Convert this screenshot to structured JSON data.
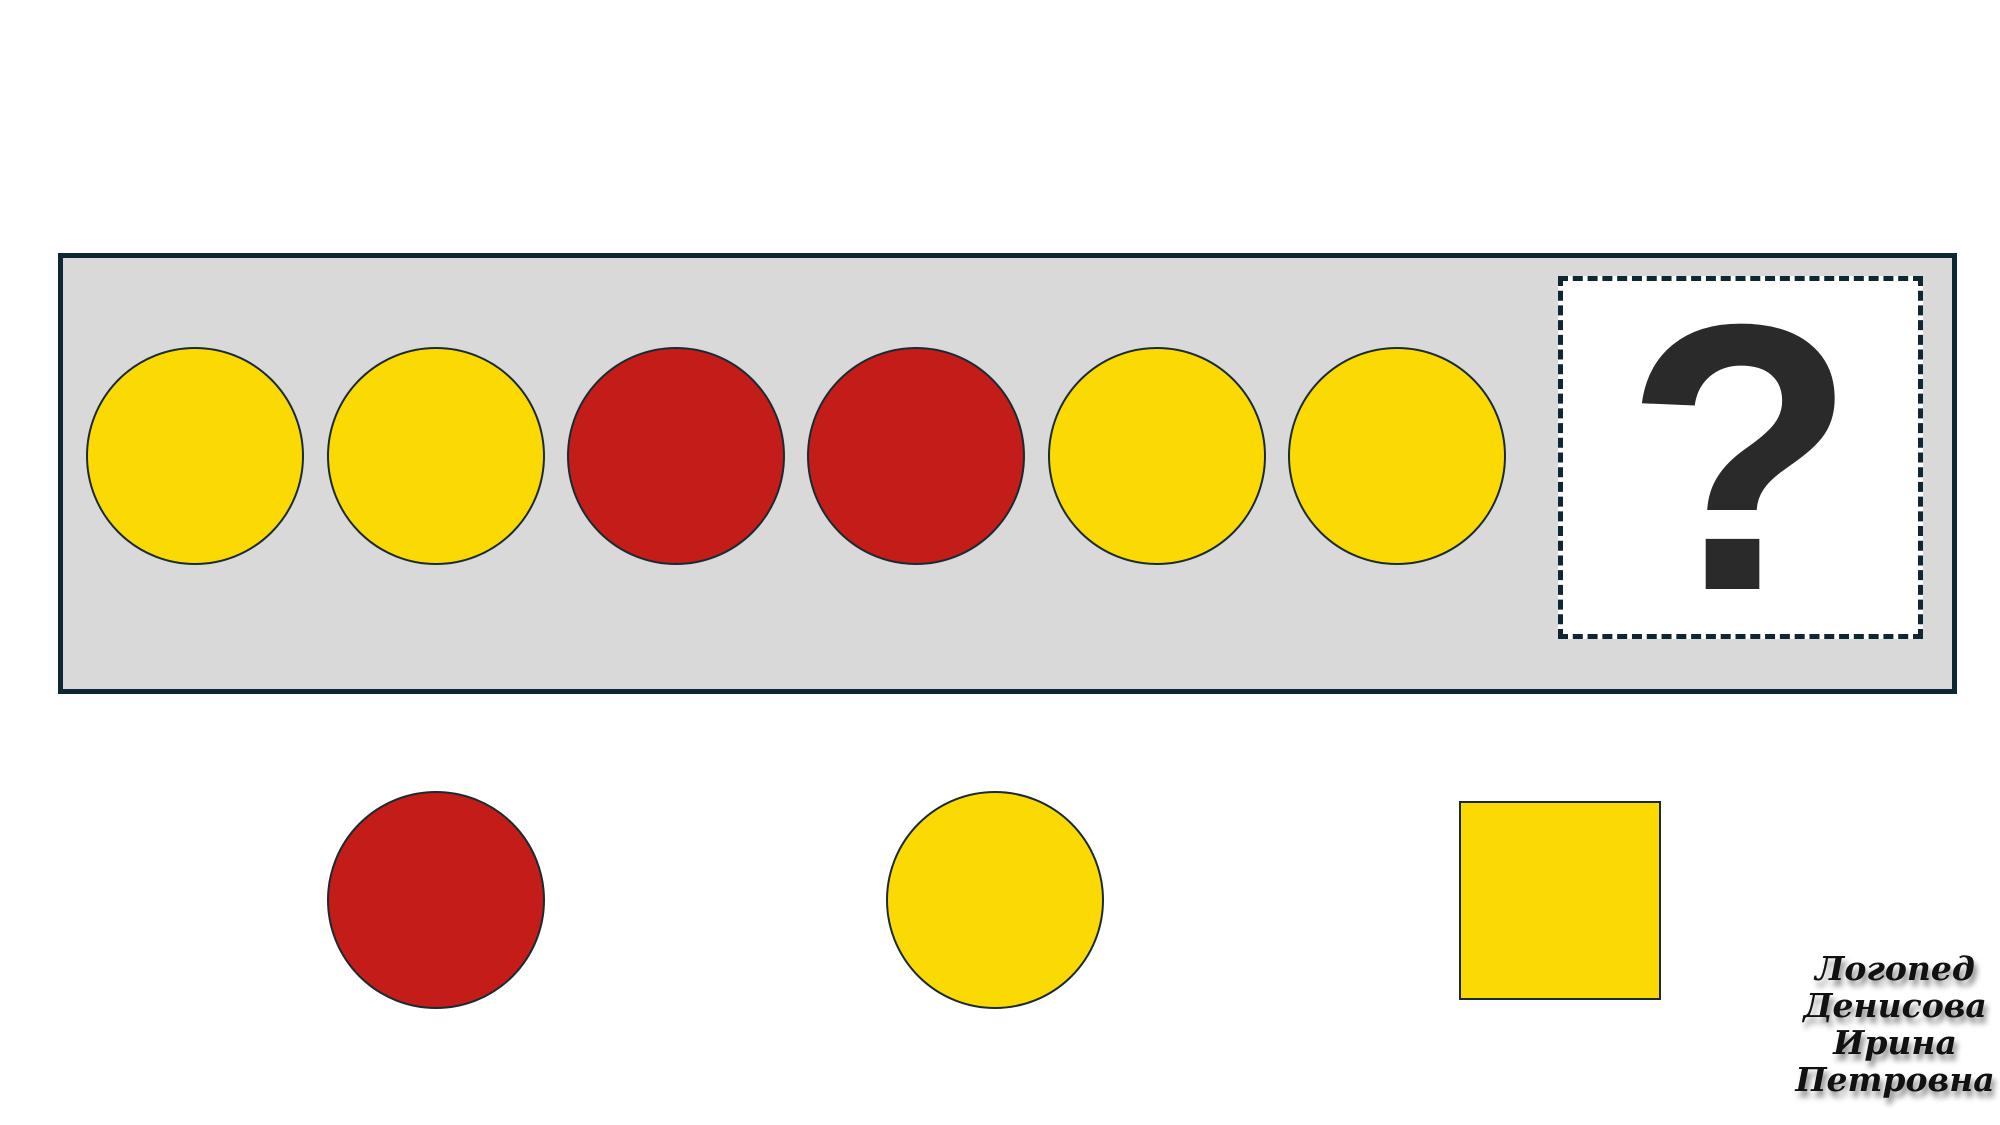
{
  "colors": {
    "yellow": "#fbda04",
    "red": "#c41c18",
    "board": "#d9d9d9",
    "border": "#0f2633"
  },
  "sequence": [
    {
      "shape": "circle",
      "color": "yellow"
    },
    {
      "shape": "circle",
      "color": "yellow"
    },
    {
      "shape": "circle",
      "color": "red"
    },
    {
      "shape": "circle",
      "color": "red"
    },
    {
      "shape": "circle",
      "color": "yellow"
    },
    {
      "shape": "circle",
      "color": "yellow"
    }
  ],
  "answer_placeholder": "?",
  "options": [
    {
      "shape": "circle",
      "color": "red"
    },
    {
      "shape": "circle",
      "color": "yellow"
    },
    {
      "shape": "square",
      "color": "yellow"
    }
  ],
  "signature": {
    "lines": [
      "Логопед",
      "Денисова",
      "Ирина",
      "Петровна"
    ]
  }
}
